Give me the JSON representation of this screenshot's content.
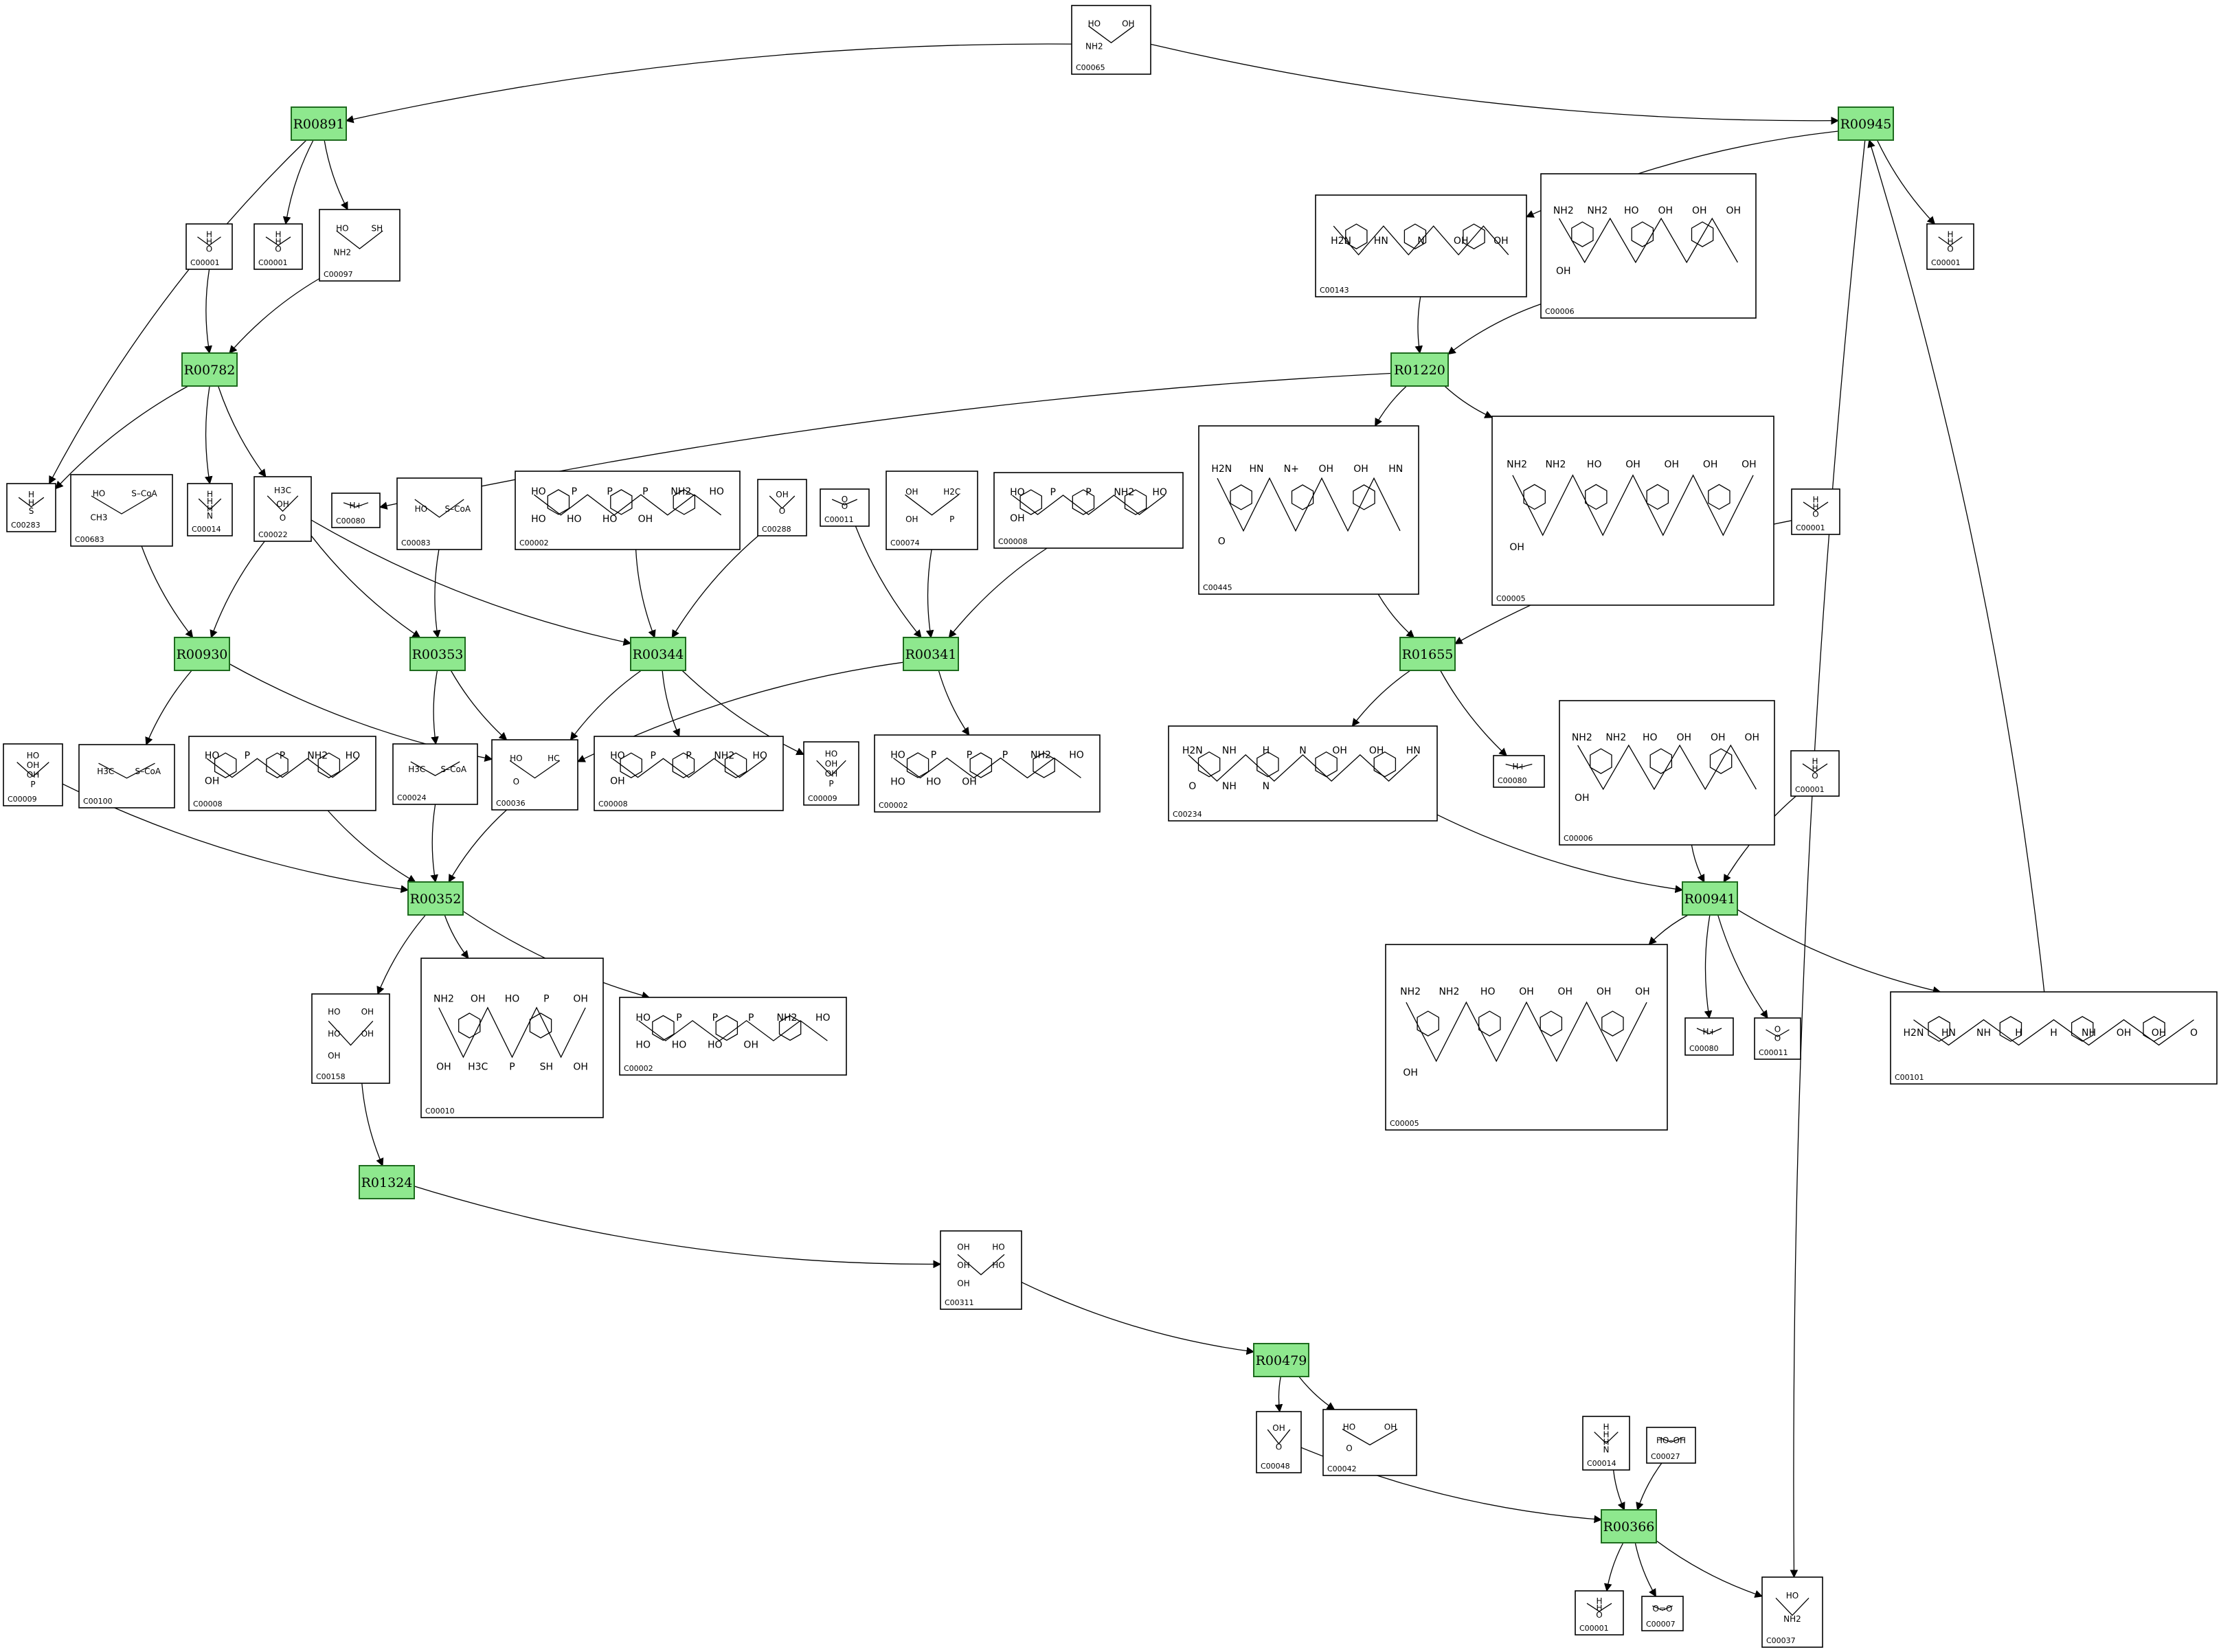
{
  "reactions": [
    "R00891",
    "R00945",
    "R00782",
    "R01220",
    "R00930",
    "R00353",
    "R00344",
    "R00341",
    "R01655",
    "R00352",
    "R00941",
    "R01324",
    "R00479",
    "R00366"
  ],
  "compounds": [
    {
      "key": "c00065",
      "id": "C00065",
      "labels": [
        "HO",
        "OH",
        "NH2"
      ]
    },
    {
      "key": "c00001_a",
      "id": "C00001",
      "labels": [
        "H",
        "H",
        "O"
      ]
    },
    {
      "key": "c00001_b",
      "id": "C00001",
      "labels": [
        "H",
        "H",
        "O"
      ]
    },
    {
      "key": "c00097",
      "id": "C00097",
      "labels": [
        "HO",
        "SH",
        "NH2"
      ]
    },
    {
      "key": "c00001_c",
      "id": "C00001",
      "labels": [
        "H",
        "H",
        "O"
      ]
    },
    {
      "key": "c00143",
      "id": "C00143",
      "labels": [
        "H2N",
        "HN",
        "N",
        "OH",
        "OH"
      ]
    },
    {
      "key": "c00006_a",
      "id": "C00006",
      "labels": [
        "NH2",
        "NH2",
        "HO",
        "OH",
        "OH",
        "OH",
        "OH"
      ]
    },
    {
      "key": "c00283",
      "id": "C00283",
      "labels": [
        "H",
        "H",
        "S"
      ]
    },
    {
      "key": "c00683",
      "id": "C00683",
      "labels": [
        "HO",
        "S–CoA",
        "CH3"
      ]
    },
    {
      "key": "c00014_a",
      "id": "C00014",
      "labels": [
        "H",
        "H",
        "H",
        "N"
      ]
    },
    {
      "key": "c00022",
      "id": "C00022",
      "labels": [
        "H3C",
        "OH",
        "O"
      ]
    },
    {
      "key": "c00080_a",
      "id": "C00080",
      "labels": [
        "H+"
      ]
    },
    {
      "key": "c00083",
      "id": "C00083",
      "labels": [
        "HO",
        "S–CoA"
      ]
    },
    {
      "key": "c00002_a",
      "id": "C00002",
      "labels": [
        "HO",
        "P",
        "P",
        "P",
        "NH2",
        "HO",
        "HO",
        "HO",
        "HO",
        "OH"
      ]
    },
    {
      "key": "c00288",
      "id": "C00288",
      "labels": [
        "OH",
        "O"
      ]
    },
    {
      "key": "c00011_a",
      "id": "C00011",
      "labels": [
        "O",
        "O"
      ]
    },
    {
      "key": "c00074",
      "id": "C00074",
      "labels": [
        "OH",
        "H2C",
        "OH",
        "P"
      ]
    },
    {
      "key": "c00008_a",
      "id": "C00008",
      "labels": [
        "HO",
        "P",
        "P",
        "NH2",
        "HO",
        "OH"
      ]
    },
    {
      "key": "c00445",
      "id": "C00445",
      "labels": [
        "H2N",
        "HN",
        "N+",
        "OH",
        "OH",
        "HN",
        "O"
      ]
    },
    {
      "key": "c00005_a",
      "id": "C00005",
      "labels": [
        "NH2",
        "NH2",
        "HO",
        "OH",
        "OH",
        "OH",
        "OH",
        "OH"
      ]
    },
    {
      "key": "c00001_d",
      "id": "C00001",
      "labels": [
        "H",
        "H",
        "O"
      ]
    },
    {
      "key": "c00009_a",
      "id": "C00009",
      "labels": [
        "HO",
        "OH",
        "OH",
        "P"
      ]
    },
    {
      "key": "c00100",
      "id": "C00100",
      "labels": [
        "H3C",
        "S–CoA"
      ]
    },
    {
      "key": "c00008_b",
      "id": "C00008",
      "labels": [
        "HO",
        "P",
        "P",
        "NH2",
        "HO",
        "OH"
      ]
    },
    {
      "key": "c00024",
      "id": "C00024",
      "labels": [
        "H3C",
        "S–CoA"
      ]
    },
    {
      "key": "c00036",
      "id": "C00036",
      "labels": [
        "HO",
        "HC",
        "O"
      ]
    },
    {
      "key": "c00008_c",
      "id": "C00008",
      "labels": [
        "HO",
        "P",
        "P",
        "NH2",
        "HO",
        "OH"
      ]
    },
    {
      "key": "c00009_b",
      "id": "C00009",
      "labels": [
        "HO",
        "OH",
        "OH",
        "P"
      ]
    },
    {
      "key": "c00002_b",
      "id": "C00002",
      "labels": [
        "HO",
        "P",
        "P",
        "P",
        "NH2",
        "HO",
        "HO",
        "HO",
        "OH"
      ]
    },
    {
      "key": "c00234",
      "id": "C00234",
      "labels": [
        "H2N",
        "NH",
        "H",
        "N",
        "OH",
        "OH",
        "HN",
        "O",
        "NH",
        "N"
      ]
    },
    {
      "key": "c00080_b",
      "id": "C00080",
      "labels": [
        "H+"
      ]
    },
    {
      "key": "c00006_b",
      "id": "C00006",
      "labels": [
        "NH2",
        "NH2",
        "HO",
        "OH",
        "OH",
        "OH",
        "OH"
      ]
    },
    {
      "key": "c00001_e",
      "id": "C00001",
      "labels": [
        "H",
        "H",
        "O"
      ]
    },
    {
      "key": "c00158",
      "id": "C00158",
      "labels": [
        "HO",
        "OH",
        "HO",
        "OH",
        "OH"
      ]
    },
    {
      "key": "c00010",
      "id": "C00010",
      "labels": [
        "NH2",
        "OH",
        "HO",
        "P",
        "OH",
        "OH",
        "H3C",
        "P",
        "SH",
        "OH"
      ]
    },
    {
      "key": "c00002_c",
      "id": "C00002",
      "labels": [
        "HO",
        "P",
        "P",
        "P",
        "NH2",
        "HO",
        "HO",
        "HO",
        "HO",
        "OH"
      ]
    },
    {
      "key": "c00005_b",
      "id": "C00005",
      "labels": [
        "NH2",
        "NH2",
        "HO",
        "OH",
        "OH",
        "OH",
        "OH",
        "OH"
      ]
    },
    {
      "key": "c00080_c",
      "id": "C00080",
      "labels": [
        "H+"
      ]
    },
    {
      "key": "c00011_b",
      "id": "C00011",
      "labels": [
        "O",
        "O"
      ]
    },
    {
      "key": "c00101",
      "id": "C00101",
      "labels": [
        "H2N",
        "HN",
        "NH",
        "H",
        "H",
        "NH",
        "OH",
        "OH",
        "O"
      ]
    },
    {
      "key": "c00311",
      "id": "C00311",
      "labels": [
        "OH",
        "HO",
        "OH",
        "HO",
        "OH"
      ]
    },
    {
      "key": "c00048",
      "id": "C00048",
      "labels": [
        "OH",
        "O"
      ]
    },
    {
      "key": "c00042",
      "id": "C00042",
      "labels": [
        "HO",
        "OH",
        "O"
      ]
    },
    {
      "key": "c00014_b",
      "id": "C00014",
      "labels": [
        "H",
        "H",
        "H",
        "N"
      ]
    },
    {
      "key": "c00027",
      "id": "C00027",
      "labels": [
        "HO–OH"
      ]
    },
    {
      "key": "c00001_f",
      "id": "C00001",
      "labels": [
        "H",
        "H",
        "O"
      ]
    },
    {
      "key": "c00007",
      "id": "C00007",
      "labels": [
        "O=O"
      ]
    },
    {
      "key": "c00037",
      "id": "C00037",
      "labels": [
        "HO",
        "NH2"
      ]
    }
  ],
  "edges": [
    [
      "c00065",
      "R00891"
    ],
    [
      "c00065",
      "R00945"
    ],
    [
      "R00891",
      "c00001_b"
    ],
    [
      "R00891",
      "c00097"
    ],
    [
      "R00891",
      "c00283"
    ],
    [
      "c00001_a",
      "R00782"
    ],
    [
      "c00097",
      "R00782"
    ],
    [
      "R00945",
      "c00143"
    ],
    [
      "R00945",
      "c00001_c"
    ],
    [
      "R00945",
      "c00037"
    ],
    [
      "c00101",
      "R00945"
    ],
    [
      "c00143",
      "R01220"
    ],
    [
      "c00006_a",
      "R01220"
    ],
    [
      "R00782",
      "c00283"
    ],
    [
      "R00782",
      "c00014_a"
    ],
    [
      "R00782",
      "c00022"
    ],
    [
      "R01220",
      "c00080_a"
    ],
    [
      "R01220",
      "c00445"
    ],
    [
      "R01220",
      "c00005_a"
    ],
    [
      "c00683",
      "R00930"
    ],
    [
      "c00022",
      "R00930"
    ],
    [
      "c00083",
      "R00353"
    ],
    [
      "c00022",
      "R00353"
    ],
    [
      "c00022",
      "R00344"
    ],
    [
      "c00002_a",
      "R00344"
    ],
    [
      "c00288",
      "R00344"
    ],
    [
      "c00011_a",
      "R00341"
    ],
    [
      "c00074",
      "R00341"
    ],
    [
      "c00008_a",
      "R00341"
    ],
    [
      "c00445",
      "R01655"
    ],
    [
      "c00001_d",
      "R01655"
    ],
    [
      "R00930",
      "c00100"
    ],
    [
      "R00930",
      "c00036"
    ],
    [
      "R00353",
      "c00024"
    ],
    [
      "R00353",
      "c00036"
    ],
    [
      "R00344",
      "c00036"
    ],
    [
      "R00344",
      "c00008_c"
    ],
    [
      "R00344",
      "c00009_b"
    ],
    [
      "R00341",
      "c00036"
    ],
    [
      "R00341",
      "c00002_b"
    ],
    [
      "R01655",
      "c00234"
    ],
    [
      "R01655",
      "c00080_b"
    ],
    [
      "c00009_a",
      "R00352"
    ],
    [
      "c00008_b",
      "R00352"
    ],
    [
      "c00024",
      "R00352"
    ],
    [
      "c00036",
      "R00352"
    ],
    [
      "R00352",
      "c00158"
    ],
    [
      "R00352",
      "c00010"
    ],
    [
      "R00352",
      "c00002_c"
    ],
    [
      "c00234",
      "R00941"
    ],
    [
      "c00006_b",
      "R00941"
    ],
    [
      "c00001_e",
      "R00941"
    ],
    [
      "R00941",
      "c00005_b"
    ],
    [
      "R00941",
      "c00080_c"
    ],
    [
      "R00941",
      "c00011_b"
    ],
    [
      "R00941",
      "c00101"
    ],
    [
      "c00158",
      "R01324"
    ],
    [
      "R01324",
      "c00311"
    ],
    [
      "c00311",
      "R00479"
    ],
    [
      "R00479",
      "c00048"
    ],
    [
      "R00479",
      "c00042"
    ],
    [
      "c00048",
      "R00366"
    ],
    [
      "c00014_b",
      "R00366"
    ],
    [
      "c00027",
      "R00366"
    ],
    [
      "R00366",
      "c00001_f"
    ],
    [
      "R00366",
      "c00007"
    ],
    [
      "R00366",
      "c00037"
    ]
  ],
  "colors": {
    "reaction_fill": "#8ee88e",
    "reaction_stroke": "#1e6b1e",
    "compound_stroke": "#000000",
    "edge": "#000000"
  }
}
